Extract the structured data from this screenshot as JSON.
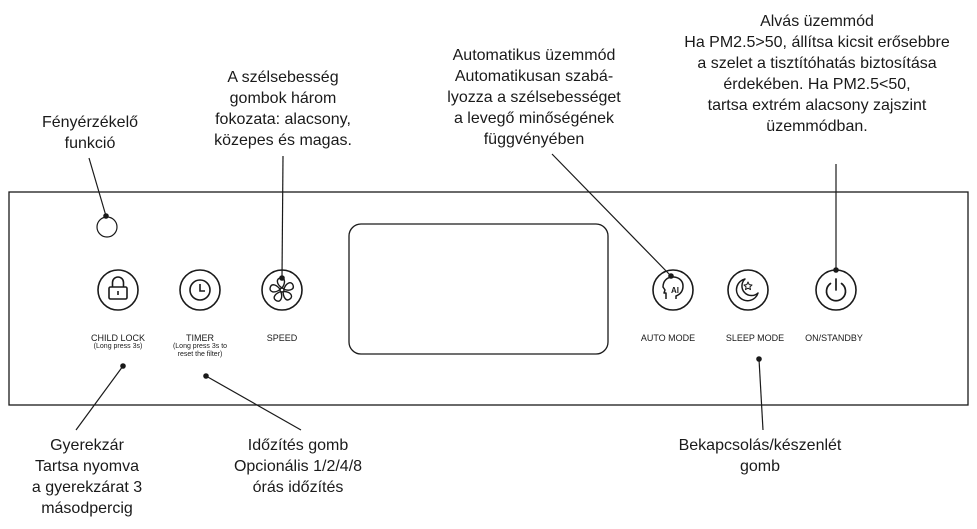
{
  "callouts": {
    "light_sensor": [
      "Fényérzékelő",
      "funkció"
    ],
    "speed": [
      "A szélsebesség",
      "gombok három",
      "fokozata: alacsony,",
      "közepes és magas."
    ],
    "auto_mode": [
      "Automatikus üzemmód",
      "Automatikusan szabá-",
      "lyozza a szélsebességet",
      "a levegő minőségének",
      "függvényében"
    ],
    "sleep_mode": [
      "Alvás üzemmód",
      "Ha PM2.5>50, állítsa kicsit erősebbre",
      "a szelet a tisztítóhatás biztosítása",
      "érdekében. Ha  PM2.5<50,",
      "tartsa extrém alacsony zajszint",
      "üzemmódban."
    ],
    "child_lock": [
      "Gyerekzár",
      "Tartsa nyomva",
      "a gyerekzárat 3",
      "másodpercig"
    ],
    "timer": [
      "Időzítés gomb",
      "Opcionális 1/2/4/8",
      "órás időzítés"
    ],
    "power": [
      "Bekapcsolás/készenlét",
      "gomb"
    ]
  },
  "buttons": {
    "child_lock": {
      "label": "CHILD LOCK",
      "sub": "(Long press 3s)"
    },
    "timer": {
      "label": "TIMER",
      "sub1": "(Long press 3s to",
      "sub2": "reset the filter)"
    },
    "speed": {
      "label": "SPEED"
    },
    "auto_mode": {
      "label": "AUTO MODE",
      "icon_text": "AI"
    },
    "sleep_mode": {
      "label": "SLEEP MODE"
    },
    "on_standby": {
      "label": "ON/STANDBY"
    }
  },
  "colors": {
    "line": "#1a1a1a",
    "background": "#ffffff"
  },
  "icons": [
    "light-sensor-icon",
    "lock-icon",
    "clock-icon",
    "fan-icon",
    "ai-head-icon",
    "moon-star-icon",
    "power-icon"
  ]
}
